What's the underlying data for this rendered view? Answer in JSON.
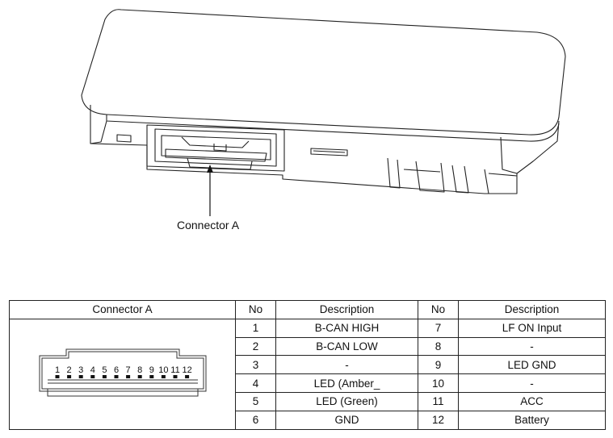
{
  "diagram": {
    "callout_label": "Connector A"
  },
  "table": {
    "headers": {
      "connector": "Connector A",
      "no_left": "No",
      "desc_left": "Description",
      "no_right": "No",
      "desc_right": "Description"
    },
    "rows": [
      {
        "no_a": "1",
        "desc_a": "B-CAN HIGH",
        "no_b": "7",
        "desc_b": "LF ON Input"
      },
      {
        "no_a": "2",
        "desc_a": "B-CAN LOW",
        "no_b": "8",
        "desc_b": "-"
      },
      {
        "no_a": "3",
        "desc_a": "-",
        "no_b": "9",
        "desc_b": "LED GND"
      },
      {
        "no_a": "4",
        "desc_a": "LED (Amber_",
        "no_b": "10",
        "desc_b": "-"
      },
      {
        "no_a": "5",
        "desc_a": "LED (Green)",
        "no_b": "11",
        "desc_b": "ACC"
      },
      {
        "no_a": "6",
        "desc_a": "GND",
        "no_b": "12",
        "desc_b": "Battery"
      }
    ],
    "connector_pins": [
      "1",
      "2",
      "3",
      "4",
      "5",
      "6",
      "7",
      "8",
      "9",
      "10",
      "11",
      "12"
    ]
  }
}
